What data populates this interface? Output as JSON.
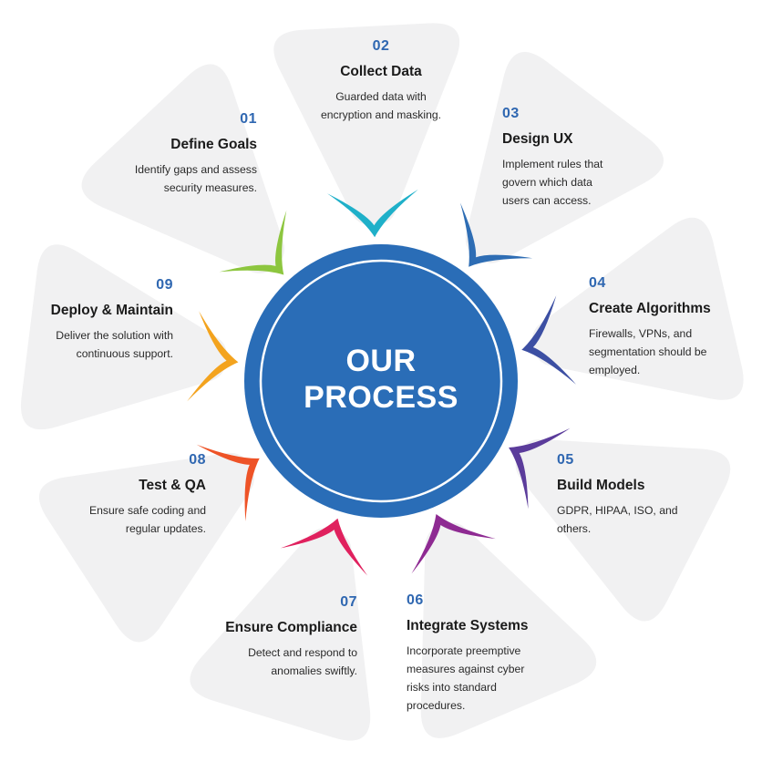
{
  "center": {
    "line1": "OUR",
    "line2": "PROCESS"
  },
  "colors": {
    "accent": "#2f67b1",
    "hub": "#2a6db7",
    "panel": "#f1f1f2"
  },
  "steps": [
    {
      "num": "01",
      "title": "Define Goals",
      "desc": "Identify gaps and assess security measures.",
      "color": "#8dc63f"
    },
    {
      "num": "02",
      "title": "Collect Data",
      "desc": "Guarded data with encryption and masking.",
      "color": "#1fb0c9"
    },
    {
      "num": "03",
      "title": "Design UX",
      "desc": "Implement rules that govern which data users can access.",
      "color": "#2e6db4"
    },
    {
      "num": "04",
      "title": "Create Algorithms",
      "desc": "Firewalls, VPNs, and segmentation should be employed.",
      "color": "#3c4fa3"
    },
    {
      "num": "05",
      "title": "Build Models",
      "desc": "GDPR, HIPAA, ISO, and others.",
      "color": "#5b3c9b"
    },
    {
      "num": "06",
      "title": "Integrate Systems",
      "desc": "Incorporate preemptive measures against cyber risks into standard procedures.",
      "color": "#8e2a92"
    },
    {
      "num": "07",
      "title": "Ensure Compliance",
      "desc": "Detect and respond to anomalies swiftly.",
      "color": "#e0215e"
    },
    {
      "num": "08",
      "title": "Test & QA",
      "desc": "Ensure safe coding and regular updates.",
      "color": "#ee5327"
    },
    {
      "num": "09",
      "title": "Deploy & Maintain",
      "desc": "Deliver the solution with continuous support.",
      "color": "#f3a31e"
    }
  ]
}
